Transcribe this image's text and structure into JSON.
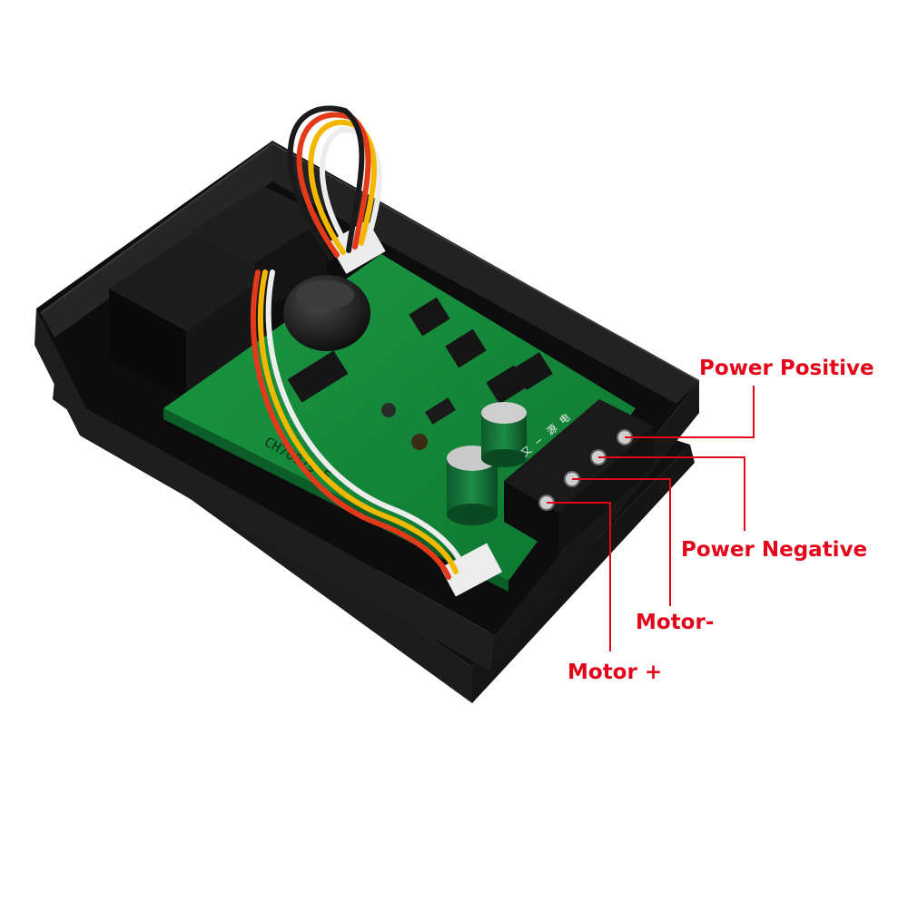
{
  "board": {
    "model_label": "CH76079-E"
  },
  "terminal": {
    "marks": [
      "电",
      "源",
      "−",
      "又"
    ]
  },
  "callouts": {
    "power_positive": "Power Positive",
    "power_negative": "Power Negative",
    "motor_minus": "Motor-",
    "motor_plus": "Motor +"
  },
  "colors": {
    "callout": "#e3061a",
    "pcb": "#148a3a",
    "housing": "#141414"
  }
}
